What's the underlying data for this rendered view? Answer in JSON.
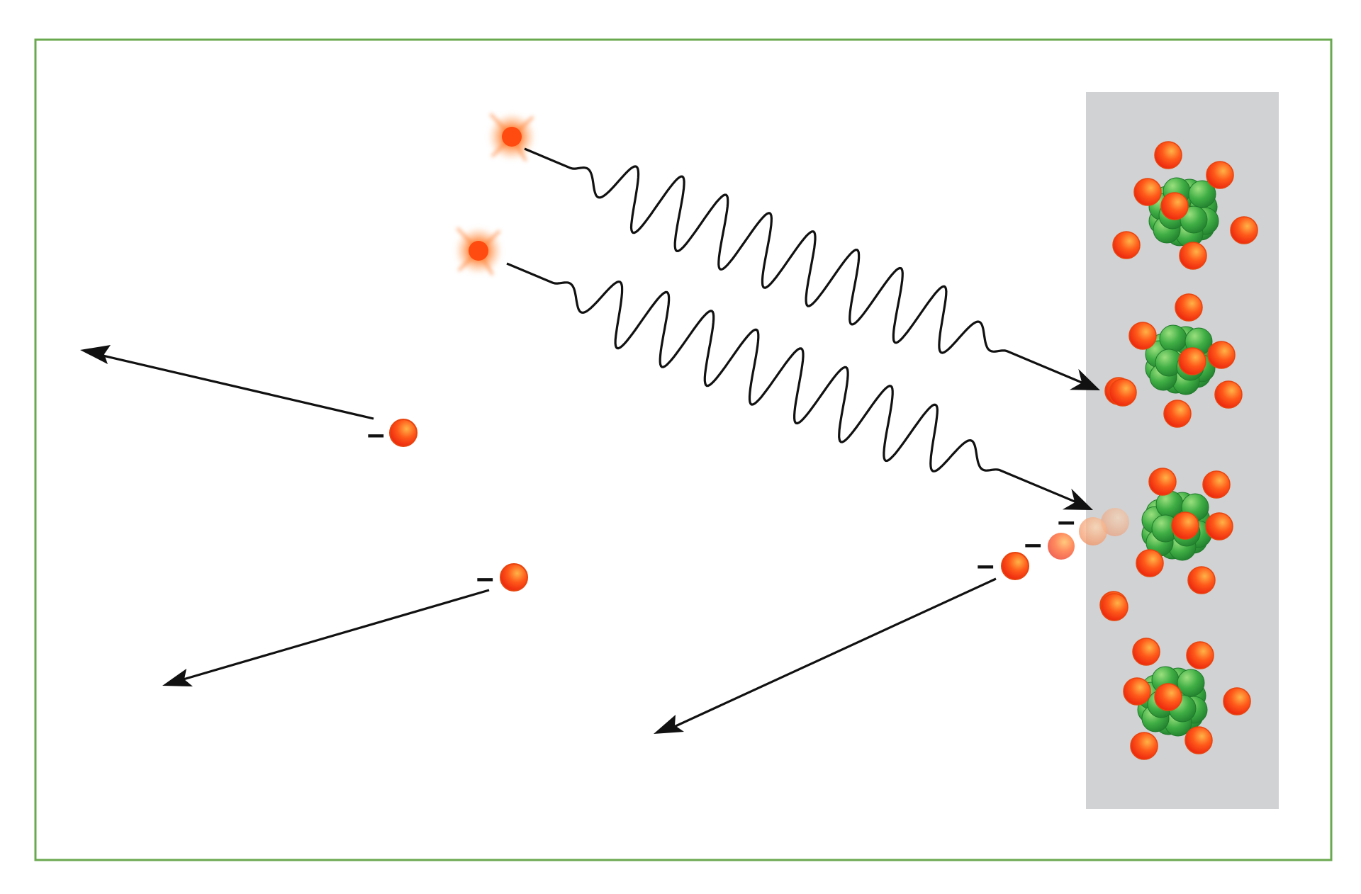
{
  "diagram": {
    "type": "photoelectric-effect-illustration",
    "colors": {
      "frame": "#6aa84f",
      "metal_plate": "#d1d2d4",
      "electron_fill": "#ff3b12",
      "electron_highlight": "#ffb347",
      "nucleus_green": "#2e9a3e",
      "nucleus_green_light": "#7fd56e",
      "photon_glow": "#ff6a1a",
      "line": "#111111"
    },
    "charge_symbol": "–",
    "photon_count": 2,
    "ejected_electron_count": 3,
    "atom_count": 4
  }
}
